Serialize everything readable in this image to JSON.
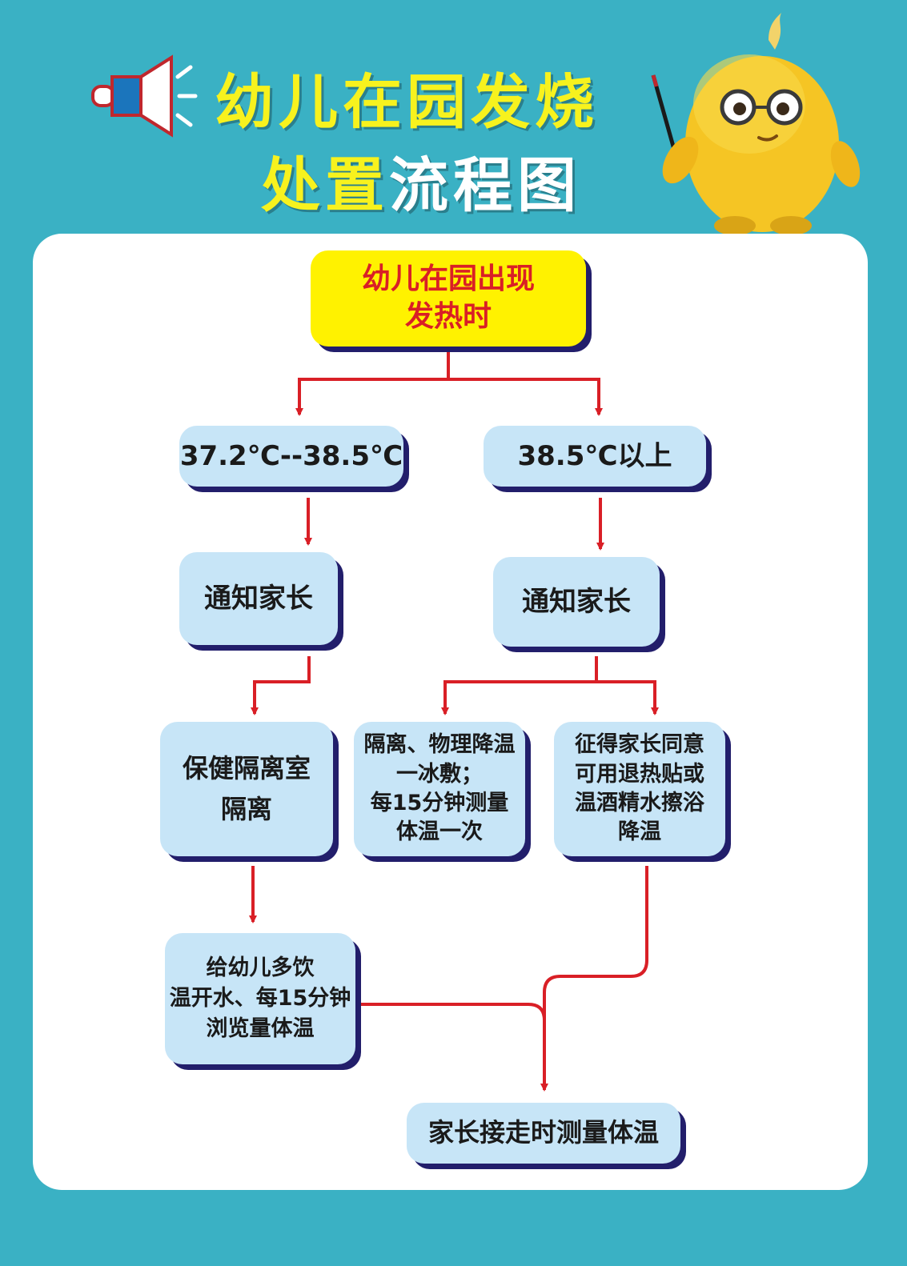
{
  "title": {
    "line1": "幼儿在园发烧",
    "line2_part1": "处置",
    "line2_part2": "流程图"
  },
  "nodes": {
    "start": [
      "幼儿在园出现",
      "发热时"
    ],
    "temp_low": "37.2℃--38.5℃",
    "temp_high": "38.5℃以上",
    "notify_left": "通知家长",
    "notify_right": "通知家长",
    "isolate": [
      "保健隔离室",
      "隔离"
    ],
    "cool_physical": [
      "隔离、物理降温",
      "一冰敷；",
      "每15分钟测量",
      "体温一次"
    ],
    "cool_consent": [
      "征得家长同意",
      "可用退热贴或",
      "温酒精水擦浴",
      "降温"
    ],
    "drink_water": [
      "给幼儿多饮",
      "温开水、每15分钟",
      "浏览量体温"
    ],
    "pickup": "家长接走时测量体温"
  },
  "colors": {
    "background": "#3AB1C4",
    "arrow": "#D91F26",
    "box": "#C7E5F7",
    "box_shadow": "#221E6B",
    "start_box": "#FFF200",
    "title_yellow": "#F7F21E"
  },
  "icons": [
    "speaker-icon",
    "mascot-illustration"
  ]
}
